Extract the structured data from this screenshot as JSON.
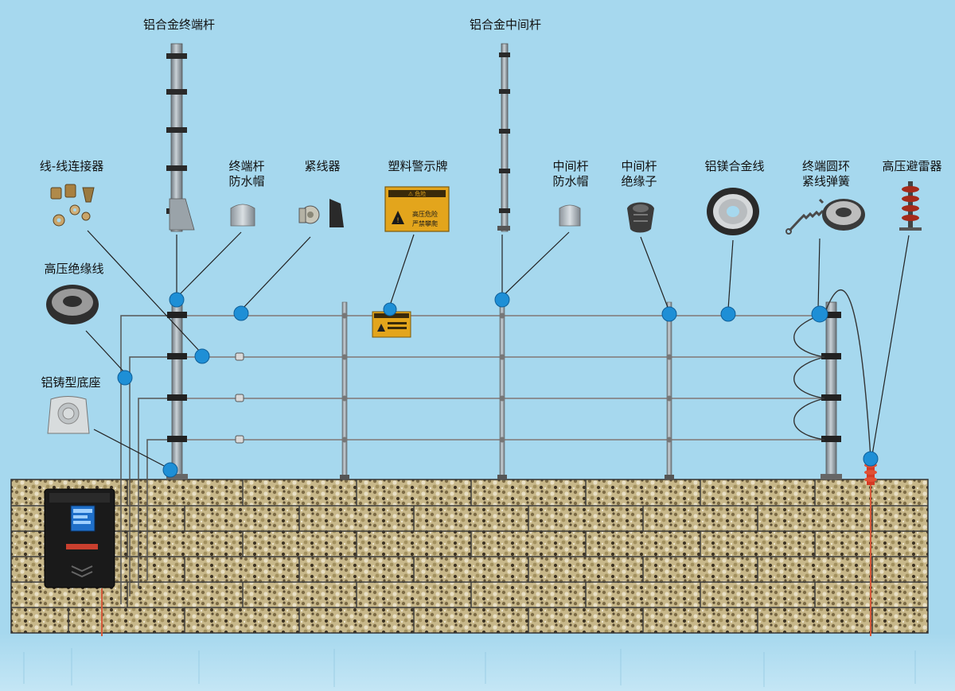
{
  "labels": {
    "end_pole": "铝合金终端杆",
    "mid_pole": "铝合金中间杆",
    "wire_connector": "线-线连接器",
    "end_cap": [
      "终端杆",
      "防水帽"
    ],
    "tensioner": "紧线器",
    "warning_sign": "塑料警示牌",
    "mid_cap": [
      "中间杆",
      "防水帽"
    ],
    "mid_insulator": [
      "中间杆",
      "绝缘子"
    ],
    "alloy_wire": "铝镁合金线",
    "ring_spring": [
      "终端圆环",
      "紧线弹簧"
    ],
    "arrester": "高压避雷器",
    "hv_cable": "高压绝缘线",
    "cast_base": "铝铸型底座"
  },
  "sign": {
    "header": "⚠ 危险",
    "line1": "高压危险",
    "line2": "严禁攀爬"
  },
  "colors": {
    "sky": "#a6d8ee",
    "wall": "#c9b98a",
    "marker": "#1e8fd6",
    "sign": "#e3a51c",
    "controller": "#1a1a1a",
    "arrester": "#d53a24"
  }
}
